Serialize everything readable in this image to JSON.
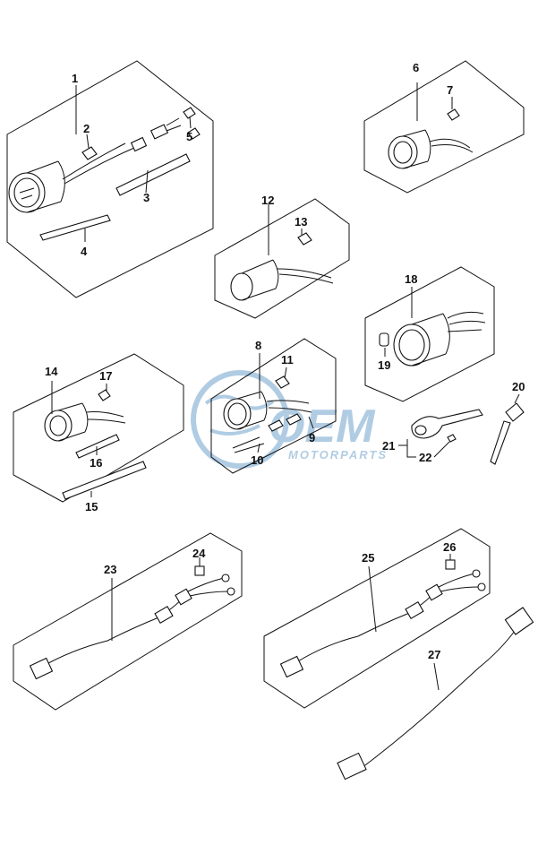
{
  "watermark": {
    "brand": "OEM",
    "sub": "MOTORPARTS",
    "color": "#1f6fb2"
  },
  "callouts": [
    {
      "id": "c1",
      "text": "1"
    },
    {
      "id": "c2",
      "text": "2"
    },
    {
      "id": "c3",
      "text": "3"
    },
    {
      "id": "c4",
      "text": "4"
    },
    {
      "id": "c5",
      "text": "5"
    },
    {
      "id": "c6",
      "text": "6"
    },
    {
      "id": "c7",
      "text": "7"
    },
    {
      "id": "c8",
      "text": "8"
    },
    {
      "id": "c9",
      "text": "9"
    },
    {
      "id": "c10",
      "text": "10"
    },
    {
      "id": "c11",
      "text": "11"
    },
    {
      "id": "c12",
      "text": "12"
    },
    {
      "id": "c13",
      "text": "13"
    },
    {
      "id": "c14",
      "text": "14"
    },
    {
      "id": "c15",
      "text": "15"
    },
    {
      "id": "c16",
      "text": "16"
    },
    {
      "id": "c17",
      "text": "17"
    },
    {
      "id": "c18",
      "text": "18"
    },
    {
      "id": "c19",
      "text": "19"
    },
    {
      "id": "c20",
      "text": "20"
    },
    {
      "id": "c21",
      "text": "21"
    },
    {
      "id": "c22",
      "text": "22"
    },
    {
      "id": "c23",
      "text": "23"
    },
    {
      "id": "c24",
      "text": "24"
    },
    {
      "id": "c25",
      "text": "25"
    },
    {
      "id": "c26",
      "text": "26"
    },
    {
      "id": "c27",
      "text": "27"
    }
  ]
}
